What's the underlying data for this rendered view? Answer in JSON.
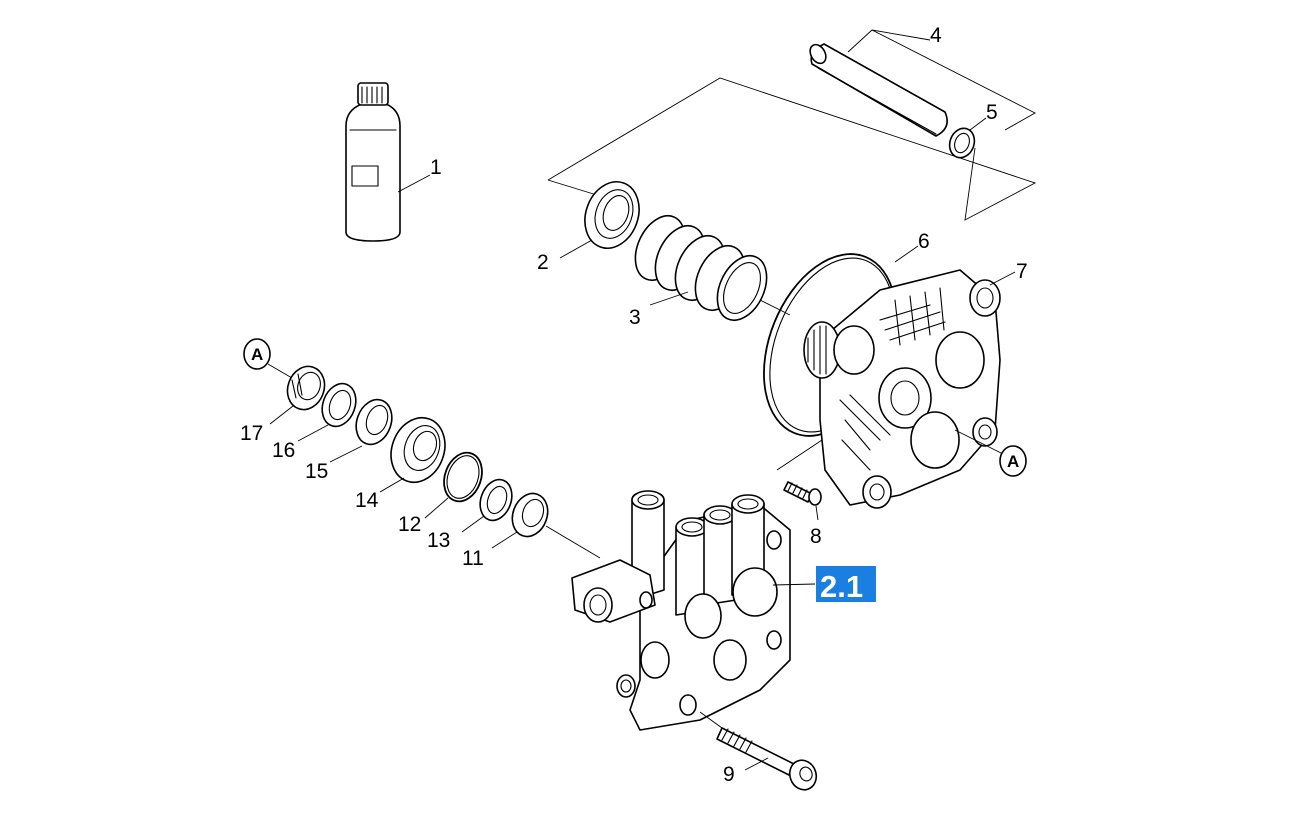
{
  "callouts": {
    "c1": "1",
    "c2": "2",
    "c3": "3",
    "c4": "4",
    "c5": "5",
    "c6": "6",
    "c7": "7",
    "c8": "8",
    "c9": "9",
    "c11": "11",
    "c12": "12",
    "c13": "13",
    "c14": "14",
    "c15": "15",
    "c16": "16",
    "c17": "17"
  },
  "reference_marks": {
    "left": "A",
    "right": "A"
  },
  "badge": {
    "label": "2.1",
    "color": "#1a7fe0"
  }
}
